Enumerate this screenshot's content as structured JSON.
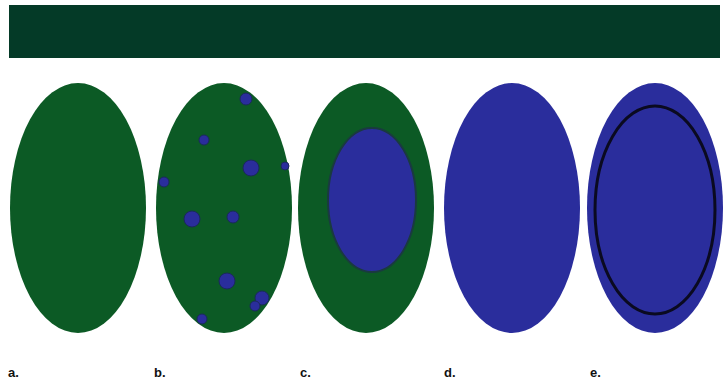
{
  "diagram": {
    "labels": [
      "a.",
      "b.",
      "c.",
      "d.",
      "e."
    ]
  }
}
